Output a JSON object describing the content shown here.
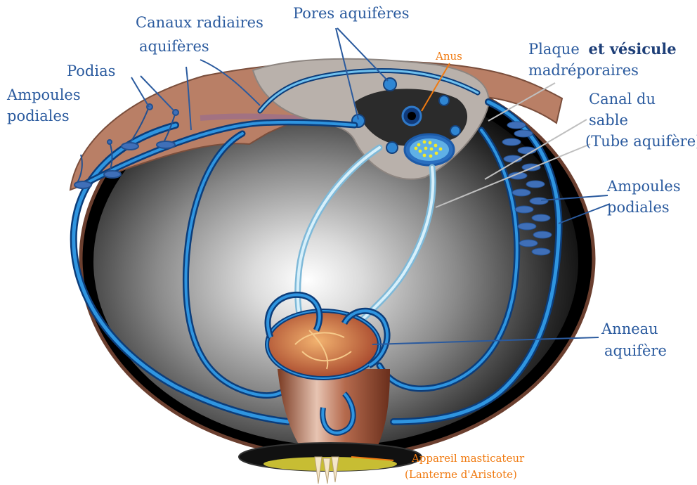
{
  "labels": {
    "canaux_radiaires": [
      "Canaux radiaires",
      "aquifères"
    ],
    "pores": "Pores aquifères",
    "anus": "Anus",
    "plaque": {
      "part1": "Plaque",
      "part2": "et vésicule",
      "line2": "madréporaires"
    },
    "canal_sable": [
      "Canal du",
      "sable",
      "(Tube aquifère)"
    ],
    "podias": "Podias",
    "ampoules_left": [
      "Ampoules",
      "podiales"
    ],
    "ampoules_right": [
      "Ampoules",
      "podiales"
    ],
    "anneau": [
      "Anneau",
      "aquifère"
    ],
    "appareil": [
      "Appareil masticateur",
      "(Lanterne d'Aristote)"
    ]
  },
  "colors": {
    "canal_blue": "#1f7fd1",
    "canal_light": "#bfe6f7",
    "body_tan": "#b97f66",
    "label_blue": "#2a5a9e",
    "label_orange": "#f07a10"
  }
}
